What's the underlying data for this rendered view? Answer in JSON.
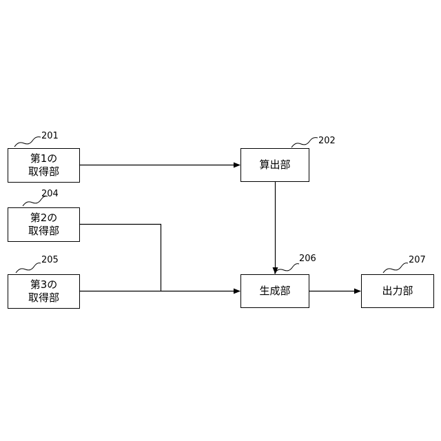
{
  "blocks": {
    "b201": {
      "line1": "第1の",
      "line2": "取得部",
      "ref": "201"
    },
    "b204": {
      "line1": "第2の",
      "line2": "取得部",
      "ref": "204"
    },
    "b205": {
      "line1": "第3の",
      "line2": "取得部",
      "ref": "205"
    },
    "b202": {
      "label": "算出部",
      "ref": "202"
    },
    "b206": {
      "label": "生成部",
      "ref": "206"
    },
    "b207": {
      "label": "出力部",
      "ref": "207"
    }
  }
}
